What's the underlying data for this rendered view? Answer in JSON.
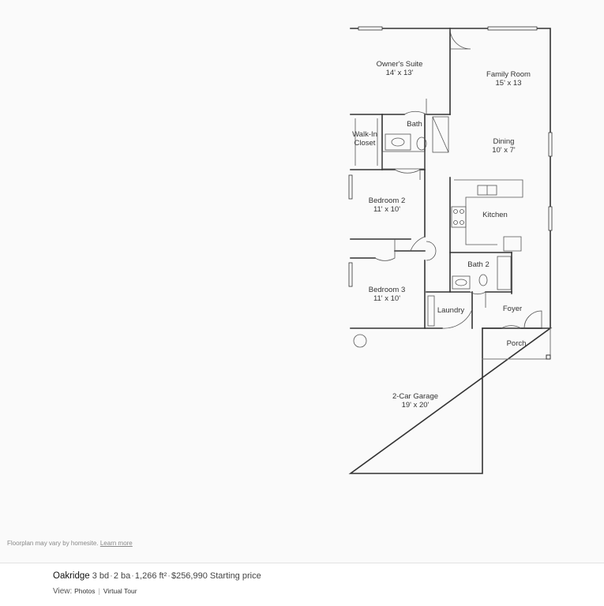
{
  "floorplan": {
    "rooms": [
      {
        "key": "owners_suite",
        "name": "Owner's Suite",
        "size": "14' x 13'"
      },
      {
        "key": "family_room",
        "name": "Family Room",
        "size": "15' x 13"
      },
      {
        "key": "bath",
        "name": "Bath",
        "size": ""
      },
      {
        "key": "walk_in_closet",
        "name": "Walk-In",
        "size": "Closet"
      },
      {
        "key": "dining",
        "name": "Dining",
        "size": "10' x 7'"
      },
      {
        "key": "bedroom_2",
        "name": "Bedroom 2",
        "size": "11' x 10'"
      },
      {
        "key": "kitchen",
        "name": "Kitchen",
        "size": ""
      },
      {
        "key": "bath_2",
        "name": "Bath 2",
        "size": ""
      },
      {
        "key": "bedroom_3",
        "name": "Bedroom 3",
        "size": "11' x 10'"
      },
      {
        "key": "laundry",
        "name": "Laundry",
        "size": ""
      },
      {
        "key": "foyer",
        "name": "Foyer",
        "size": ""
      },
      {
        "key": "porch",
        "name": "Porch",
        "size": ""
      },
      {
        "key": "garage",
        "name": "2-Car Garage",
        "size": "19' x 20'"
      }
    ],
    "disclaimer": "Floorplan may vary by homesite.",
    "learn_more": "Learn more"
  },
  "home": {
    "name": "Oakridge",
    "beds": "3 bd",
    "baths": "2 ba",
    "sqft": "1,266 ft²",
    "price": "$256,990 Starting price",
    "dot": "·"
  },
  "view": {
    "label": "View:",
    "photos": "Photos",
    "separator": "|",
    "virtual_tour": "Virtual Tour"
  }
}
